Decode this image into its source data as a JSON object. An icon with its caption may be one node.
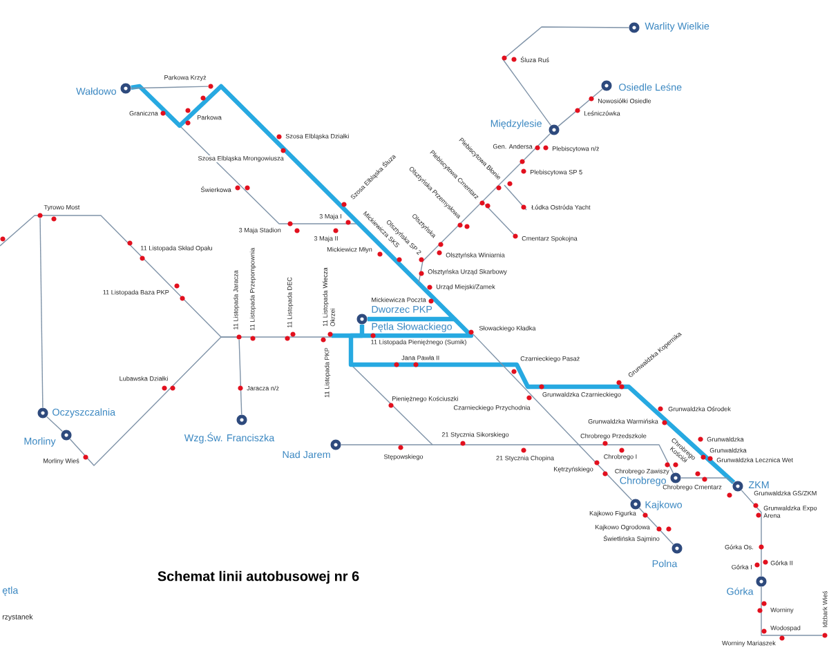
{
  "diagram": {
    "title": "Schemat linii autobusowej nr 6",
    "nodes": [
      {
        "text": [
          "Warlity Wielkie"
        ]
      },
      {
        "text": [
          "Osiedle Leśne"
        ]
      },
      {
        "text": [
          "Wałdowo"
        ]
      },
      {
        "text": [
          "Parkowa Krzyż"
        ]
      },
      {
        "text": [
          "Międzylesie"
        ]
      },
      {
        "text": [
          "Tyrowo Most"
        ]
      },
      {
        "text": [
          "Dworzec PKP",
          "Pętla Słowackiego"
        ]
      },
      {
        "text": [
          "Słowackiego Kładka"
        ]
      },
      {
        "text": [
          "11 Listopada Jaracza"
        ]
      },
      {
        "text": [
          "Oczyszczalnia"
        ]
      },
      {
        "text": [
          "Wzg.Św. Franciszka"
        ]
      },
      {
        "text": [
          "Morliny"
        ]
      },
      {
        "text": [
          "Nad Jarem"
        ]
      },
      {
        "text": [
          "Chrobrego"
        ]
      },
      {
        "text": [
          "ZKM"
        ]
      },
      {
        "text": [
          "Kajkowo"
        ]
      },
      {
        "text": [
          "Polna"
        ]
      },
      {
        "text": [
          "Górka"
        ]
      },
      {
        "text": [
          "Idzbark Wieś"
        ]
      }
    ],
    "edges": [
      {
        "from": 2,
        "to": 6,
        "arrow": "none",
        "style": "thick",
        "color": "#27a9e1"
      },
      {
        "from": 6,
        "to": 14,
        "arrow": "none",
        "style": "thick",
        "color": "#27a9e1"
      },
      {
        "from": 2,
        "to": 3,
        "arrow": "none"
      },
      {
        "from": 0,
        "to": 4,
        "arrow": "none"
      },
      {
        "from": 1,
        "to": 4,
        "arrow": "none"
      },
      {
        "from": 4,
        "to": null,
        "arrow": "none"
      },
      {
        "from": 9,
        "to": 5,
        "arrow": "none"
      },
      {
        "from": 9,
        "to": 11,
        "arrow": "none"
      },
      {
        "from": 11,
        "to": 8,
        "arrow": "none"
      },
      {
        "from": 8,
        "to": 10,
        "arrow": "none"
      },
      {
        "from": 12,
        "to": 13,
        "arrow": "none"
      },
      {
        "from": 13,
        "to": 14,
        "arrow": "none"
      },
      {
        "from": 14,
        "to": 17,
        "arrow": "none"
      },
      {
        "from": 17,
        "to": 18,
        "arrow": "none"
      },
      {
        "from": 7,
        "to": 15,
        "arrow": "none"
      },
      {
        "from": 15,
        "to": 16,
        "arrow": "none"
      }
    ],
    "labels": [
      "Śluza Ruś",
      "Nowosiółki Osiedle",
      "Leśniczówka",
      "Graniczna",
      "Parkowa",
      "Szosa Elbląska Działki",
      "Plebiscytowa Błonie",
      "Gen. Andersa",
      "Plebiscytowa n/ż",
      "Plebiscytowa Cmentarz",
      "Szosa Elbląska Mrongowiusza",
      "Olsztyńska Przemysłowa",
      "Plebiscytowa SP 5",
      "Szosa Elbląska Śluza",
      "Olsztyńska",
      "Świerkowa",
      "Mickiewicza SKS",
      "Olsztyńska SP 2",
      "Łódka Ostróda Yacht",
      "3 Maja I",
      "3 Maja Stadion",
      "3 Maja II",
      "Cmentarz Spokojna",
      "Mickiewicz Młyn",
      "11 Listopada Skład Opału",
      "Olsztyńska Winiarnia",
      "Olsztyńska Urząd Skarbowy",
      "Urząd Miejski/Zamek",
      "11 Listopada Baza PKP",
      "Mickiewicza Poczta",
      "11 Listopada Przepompownia",
      "11 Listopada DEC",
      "11 Listopada Wiecza Okrzei",
      "11 Listopada PKP",
      "11 Listopada Pieniężnego (Sumik)",
      "Jana Pawła II",
      "Czarnieckiego Pasaż",
      "Grunwaldzka Kopernika",
      "Lubawska Działki",
      "Jaracza n/ż",
      "Grunwaldzka Czarnieckiego",
      "Pieniężnego Kościuszki",
      "Czarnieckiego Przychodnia",
      "Grunwaldzka Ośrodek",
      "Grunwaldzka Warmińska",
      "Chrobrego Kościół",
      "21 Stycznia Sikorskiego",
      "Chrobrego Przedszkole",
      "Grunwaldzka",
      "Grunwaldzka",
      "Chrobrego I",
      "Stępowskiego",
      "21 Stycznia Chopina",
      "Grunwaldzka Lecznica Wet",
      "Morliny Wieś",
      "Kętrzyńskiego",
      "Chrobrego Zawiszy",
      "Chrobrego Cmentarz",
      "Grunwaldzka GS/ZKM",
      "Grunwaldzka Expo Arena",
      "Kajkowo Figurka",
      "Kajkowo Ogrodowa",
      "Świetlińska Sajmino",
      "Górka Os.",
      "Górka II",
      "Górka I",
      "Worniny",
      "Wodospad",
      "Worniny Mariaszek",
      "ętla",
      "rzystanek"
    ]
  }
}
